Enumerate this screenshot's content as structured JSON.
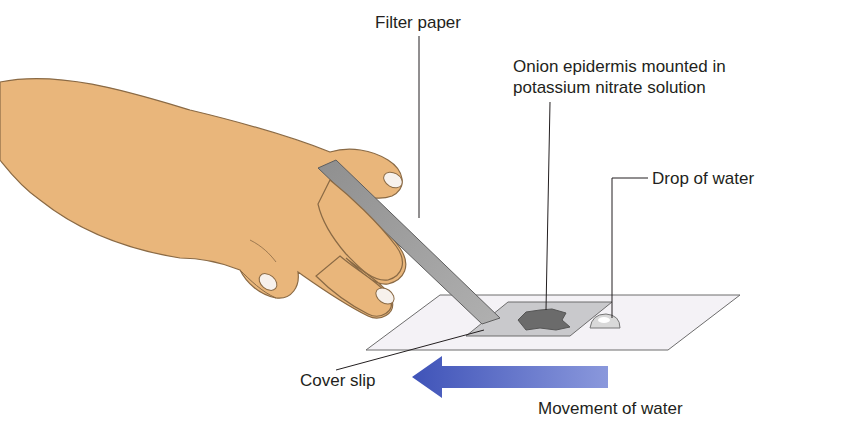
{
  "diagram": {
    "labels": [
      "Filter paper",
      "Onion epidermis mounted in potassium nitrate solution",
      "Drop of water",
      "Cover slip",
      "Movement of water"
    ]
  }
}
